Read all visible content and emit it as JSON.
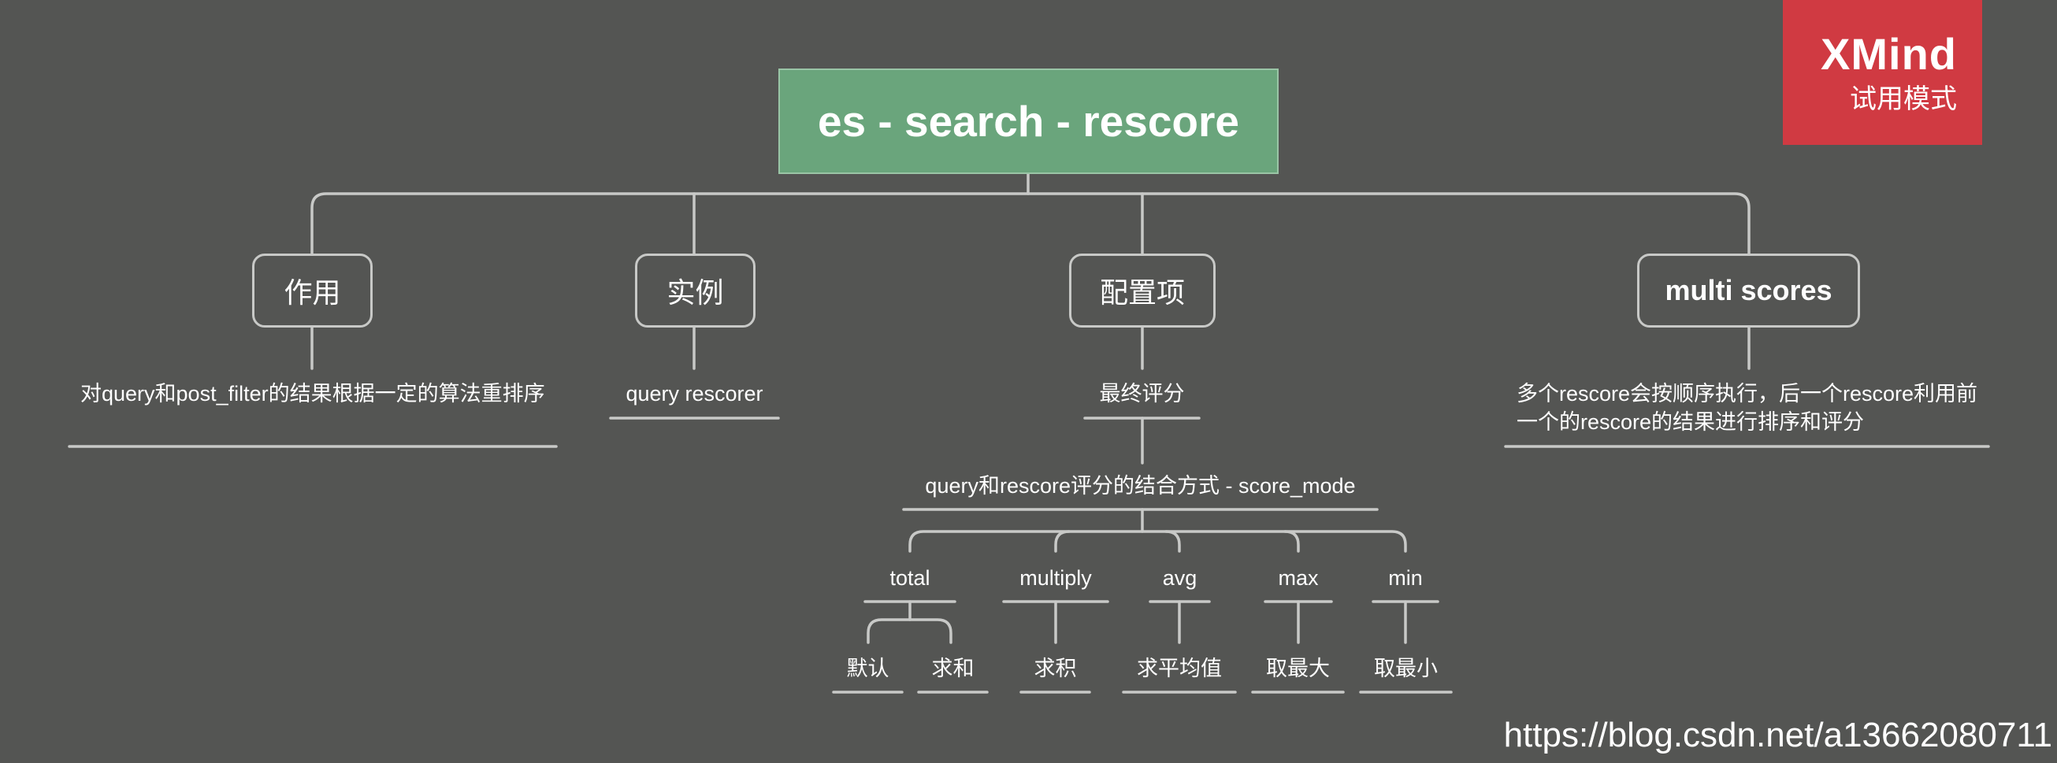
{
  "root": {
    "title": "es - search - rescore"
  },
  "branches": {
    "purpose": {
      "title": "作用",
      "desc": "对query和post_filter的结果根据一定的算法重排序"
    },
    "example": {
      "title": "实例",
      "desc": "query rescorer"
    },
    "config": {
      "title": "配置项",
      "final_score": "最终评分",
      "score_mode": "query和rescore评分的结合方式 - score_mode",
      "modes": [
        {
          "label": "total",
          "children": [
            "默认",
            "求和"
          ]
        },
        {
          "label": "multiply",
          "children": [
            "求积"
          ]
        },
        {
          "label": "avg",
          "children": [
            "求平均值"
          ]
        },
        {
          "label": "max",
          "children": [
            "取最大"
          ]
        },
        {
          "label": "min",
          "children": [
            "取最小"
          ]
        }
      ]
    },
    "multi": {
      "title": "multi scores",
      "desc": "多个rescore会按顺序执行，后一个rescore利用前一个的rescore的结果进行排序和评分"
    }
  },
  "badge": {
    "brand": "XMind",
    "sub": "试用模式"
  },
  "watermark": "https://blog.csdn.net/a13662080711",
  "colors": {
    "background": "#545553",
    "root_fill": "#6aa57c",
    "line": "#c8c9c7",
    "badge": "#d03a42"
  }
}
